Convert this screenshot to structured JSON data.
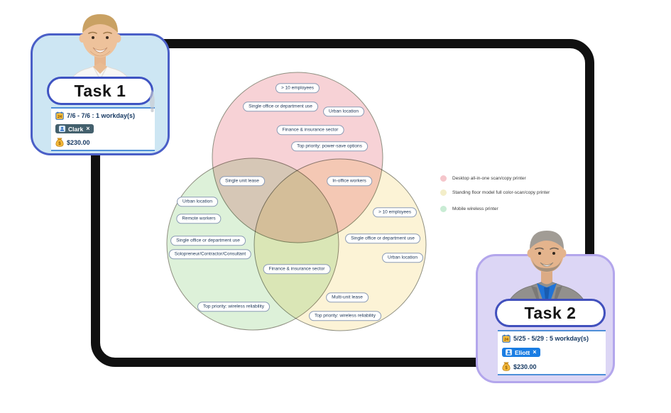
{
  "venn": {
    "labels": [
      "> 10 employees",
      "Single office or department use",
      "Urban location",
      "Finance & insurance sector",
      "Top priority: power-save options",
      "Single unit lease",
      "In-office workers",
      "Urban location",
      "Remote workers",
      "Single office or department use",
      "Solopreneur/Contractor/Consultant",
      "Finance & insurance sector",
      "Top priority: wireless reliability",
      "Multi-unit lease",
      "Top priority: wireless reliability",
      "> 10 employees",
      "Single office or department use",
      "Urban location"
    ],
    "set_colors": {
      "pink": "#f6ced3",
      "green": "#daf0d6",
      "yellow": "#fcf2d3"
    }
  },
  "legend": {
    "items": [
      {
        "label": "Desktop all-in-one scan/copy printer",
        "color": "#f5c6cb"
      },
      {
        "label": "Standing floor model full color-scan/copy printer",
        "color": "#f3eec9"
      },
      {
        "label": "Mobile wireless printer",
        "color": "#c9ecd4"
      }
    ]
  },
  "tasks": [
    {
      "title": "Task 1",
      "schedule": "7/6 - 7/6 : 1 workday(s)",
      "assignee": "Clark",
      "remove": "×",
      "cost": "$230.00",
      "chip_color": "#43606d",
      "card_color": "#cde6f3"
    },
    {
      "title": "Task 2",
      "schedule": "5/25 - 5/29 : 5 workday(s)",
      "assignee": "Eliott",
      "remove": "×",
      "cost": "$230.00",
      "chip_color": "#1a7de3",
      "card_color": "#dcd6f5"
    }
  ]
}
